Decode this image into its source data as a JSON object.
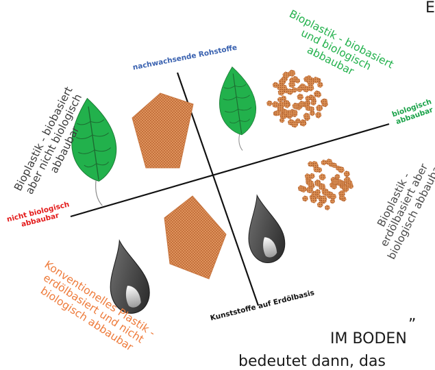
{
  "corner_letter": "E",
  "axes": {
    "top": "nachwachsende Rohstoffe",
    "bottom": "Kunststoffe auf Erdölbasis",
    "left": "nicht biologisch\nabbaubar",
    "right": "biologisch\nabbaubar"
  },
  "quadrants": {
    "top_left": "Bioplastik - biobasiert\naber nicht biologisch\nabbaubar",
    "top_right": "Bioplastik - biobasiert\nund biologisch\nabbaubar",
    "bottom_left": "Konventionelles Plastik -\nerdölbasiert und nicht\nbiologisch abbaubar",
    "bottom_right": "Bioplastik -\nerdölbasiert aber\nbiologisch abbaubar"
  },
  "footer": {
    "quote": "„",
    "line1": "IM BODEN",
    "line2": "bedeutet dann, das"
  },
  "icons": [
    "leaf-icon",
    "pentagon-icon",
    "granules-icon",
    "oil-drop-icon"
  ],
  "colors": {
    "top_axis": "#3a62b0",
    "bottom_axis": "#111111",
    "left_axis": "#e31b1b",
    "right_axis": "#1ba34a",
    "top_left_text": "#3c3c3c",
    "top_right_text": "#22b14c",
    "bottom_left_text": "#ee7b3b",
    "bottom_right_text": "#4a4a4a",
    "leaf": "#22b14c",
    "pentagon": "#d4834a",
    "granules": "#c46d3a",
    "oil_drop": "#4f4f4f"
  }
}
